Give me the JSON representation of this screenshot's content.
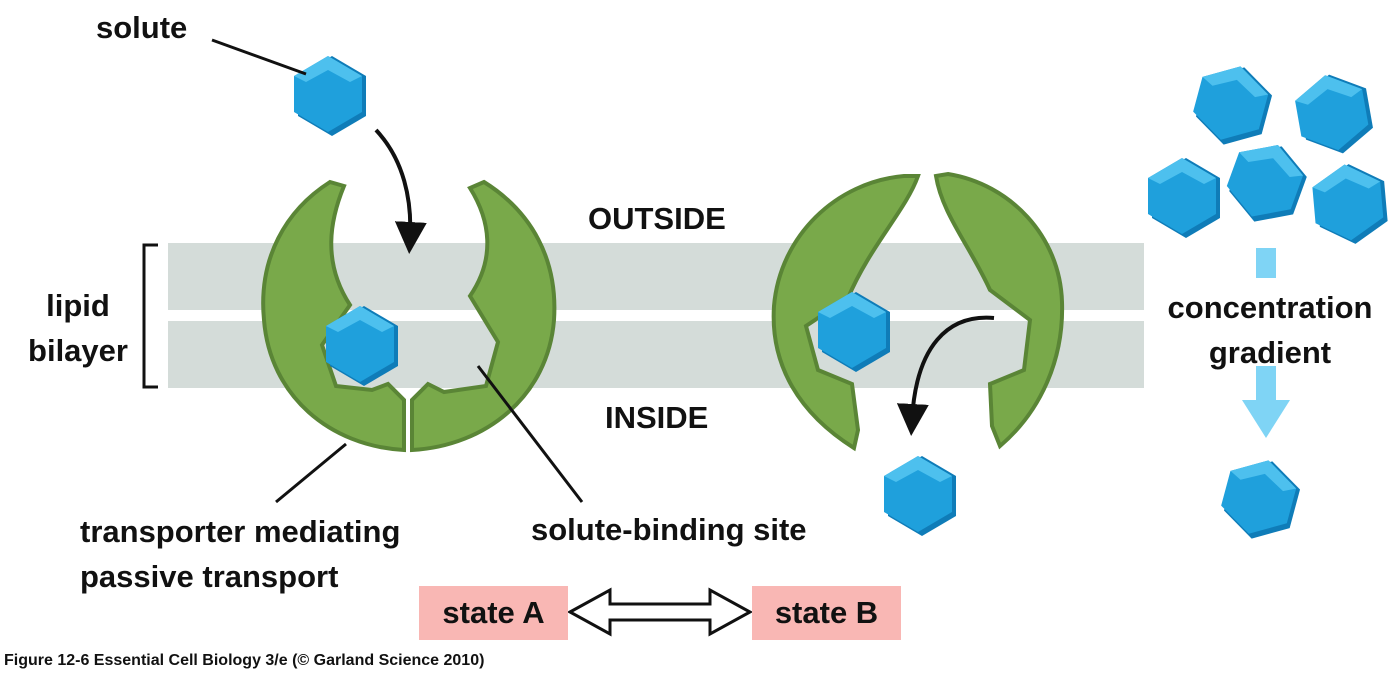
{
  "labels": {
    "solute": "solute",
    "outside": "OUTSIDE",
    "inside": "INSIDE",
    "lipid": "lipid",
    "bilayer": "bilayer",
    "transporter_line1": "transporter mediating",
    "transporter_line2": "passive transport",
    "binding_site": "solute-binding site",
    "concentration": "concentration",
    "gradient": "gradient"
  },
  "states": {
    "a": "state A",
    "b": "state B"
  },
  "caption": "Figure 12-6  Essential Cell Biology 3/e (© Garland Science 2010)",
  "colors": {
    "membrane": "#d4dcd9",
    "transporter": "#79a94a",
    "transporter_dark": "#5a8536",
    "solute": "#1fa0dc",
    "solute_light": "#4dc0ee",
    "solute_dark": "#0f7cb8",
    "gradient_arrow": "#7fd4f5",
    "state_box": "#f9b7b4"
  }
}
